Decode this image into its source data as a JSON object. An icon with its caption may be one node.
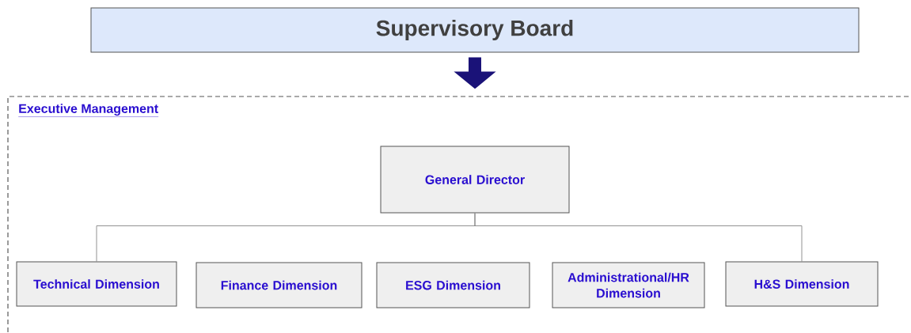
{
  "diagram": {
    "nodes": [
      {
        "text": [
          "Supervisory Board"
        ]
      },
      {
        "text": [
          "Executive Management"
        ]
      },
      {
        "text": [
          "General Director"
        ],
        "in": 1
      },
      {
        "text": [
          "Technical Dimension"
        ],
        "in": 1
      },
      {
        "text": [
          "Finance Dimension"
        ],
        "in": 1
      },
      {
        "text": [
          "ESG Dimension"
        ],
        "in": 1
      },
      {
        "text": [
          "Administrational/HR Dimension"
        ],
        "in": 1
      },
      {
        "text": [
          "H&S Dimension"
        ],
        "in": 1
      }
    ],
    "edges": [
      {
        "from": 0,
        "to": 1,
        "arrow": "to",
        "style": "thick",
        "color": "#1a1278"
      },
      {
        "from": 2,
        "to": 3,
        "arrow": "none"
      },
      {
        "from": 2,
        "to": 7,
        "arrow": "none"
      }
    ]
  }
}
